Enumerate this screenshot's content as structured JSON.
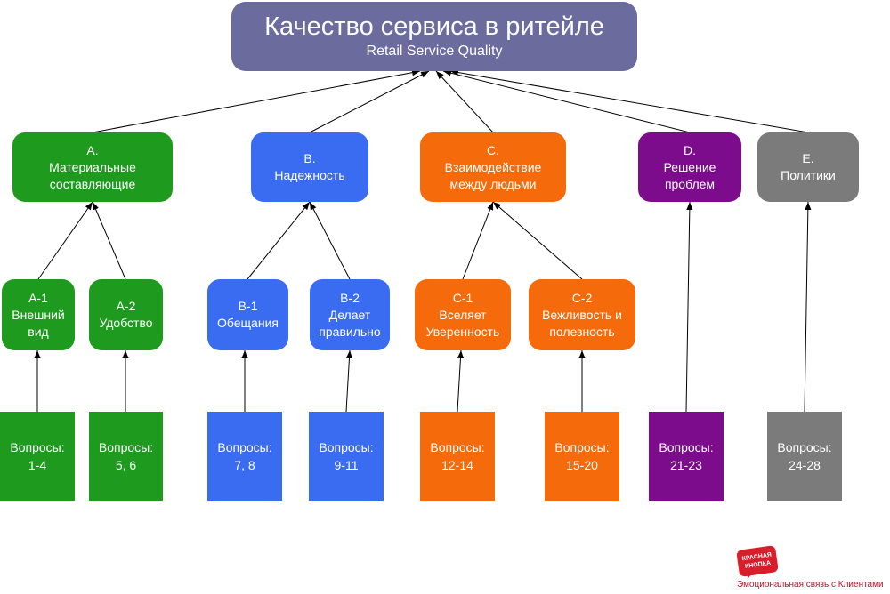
{
  "root": {
    "title": "Качество сервиса в ритейле",
    "subtitle": "Retail Service Quality"
  },
  "dimensions": [
    {
      "code": "A.",
      "label1": "Материальные",
      "label2": "составляющие"
    },
    {
      "code": "B.",
      "label1": "Надежность",
      "label2": ""
    },
    {
      "code": "C.",
      "label1": "Взаимодействие",
      "label2": "между людьми"
    },
    {
      "code": "D.",
      "label1": "Решение",
      "label2": "проблем"
    },
    {
      "code": "E.",
      "label1": "Политики",
      "label2": ""
    }
  ],
  "subdimensions": [
    {
      "code": "A-1",
      "label1": "Внешний",
      "label2": "вид"
    },
    {
      "code": "A-2",
      "label1": "Удобство",
      "label2": ""
    },
    {
      "code": "B-1",
      "label1": "Обещания",
      "label2": ""
    },
    {
      "code": "B-2",
      "label1": "Делает",
      "label2": "правильно"
    },
    {
      "code": "C-1",
      "label1": "Вселяет",
      "label2": "Уверенность"
    },
    {
      "code": "C-2",
      "label1": "Вежливость и",
      "label2": "полезность"
    }
  ],
  "questions": [
    {
      "label": "Вопросы:",
      "range": "1-4"
    },
    {
      "label": "Вопросы:",
      "range": "5, 6"
    },
    {
      "label": "Вопросы:",
      "range": "7, 8"
    },
    {
      "label": "Вопросы:",
      "range": "9-11"
    },
    {
      "label": "Вопросы:",
      "range": "12-14"
    },
    {
      "label": "Вопросы:",
      "range": "15-20"
    },
    {
      "label": "Вопросы:",
      "range": "21-23"
    },
    {
      "label": "Вопросы:",
      "range": "24-28"
    }
  ],
  "colors": {
    "root": "#6b6b9e",
    "A": "#1e9a1e",
    "B": "#3a6cf2",
    "C": "#f56a0a",
    "D": "#7d0c8c",
    "E": "#7b7b7b",
    "brand": "#d81e2a"
  },
  "brand": {
    "logo_line1": "КРАСНАЯ",
    "logo_line2": "КНОПКА",
    "tagline": "Эмоциональная связь с Клиентами"
  }
}
